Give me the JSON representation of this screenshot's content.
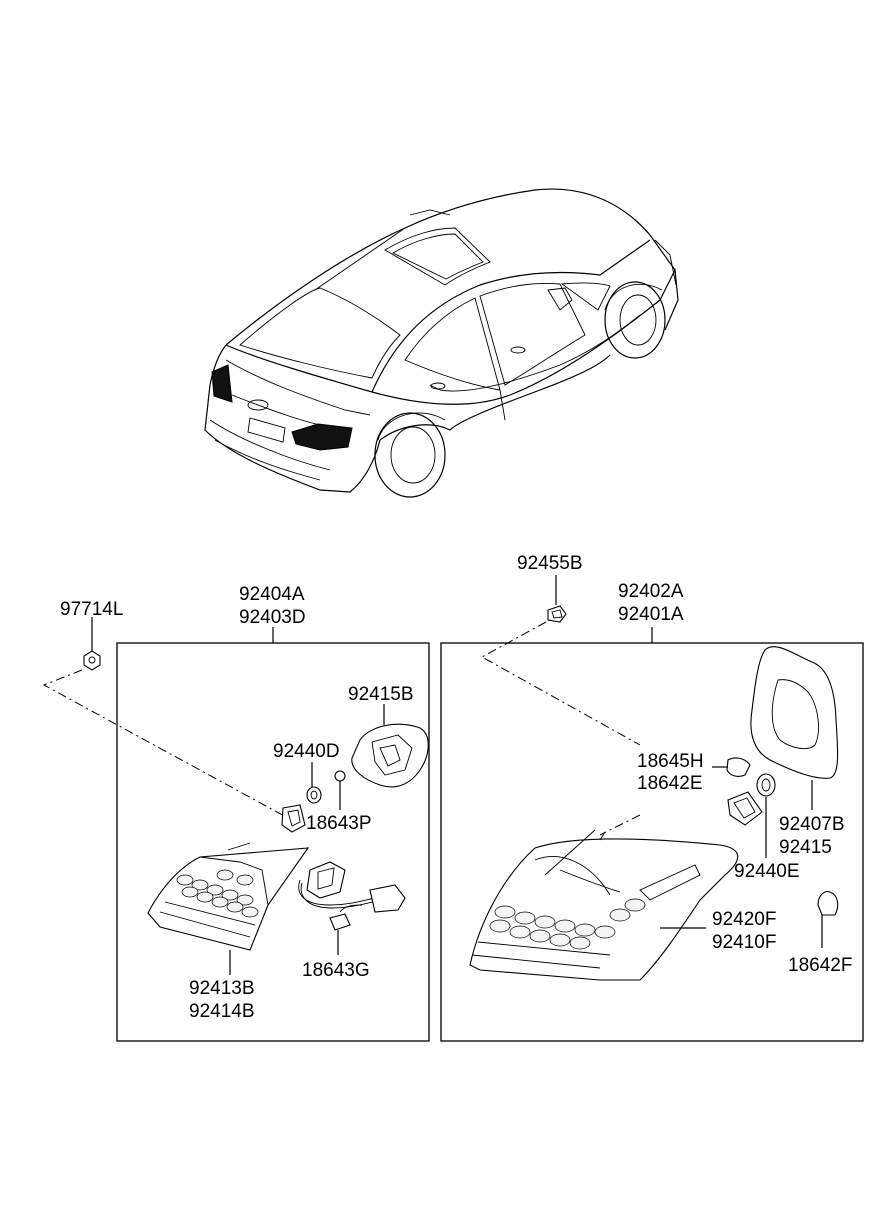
{
  "labels": {
    "p97714L": "97714L",
    "p92404A": "92404A",
    "p92403D": "92403D",
    "p92415B": "92415B",
    "p92440D": "92440D",
    "p18643P": "18643P",
    "p92413B": "92413B",
    "p92414B": "92414B",
    "p18643G": "18643G",
    "p92455B": "92455B",
    "p92402A": "92402A",
    "p92401A": "92401A",
    "p18645H": "18645H",
    "p18642E": "18642E",
    "p92407B": "92407B",
    "p92415": "92415",
    "p92440E": "92440E",
    "p92420F": "92420F",
    "p92410F": "92410F",
    "p18642F": "18642F"
  }
}
